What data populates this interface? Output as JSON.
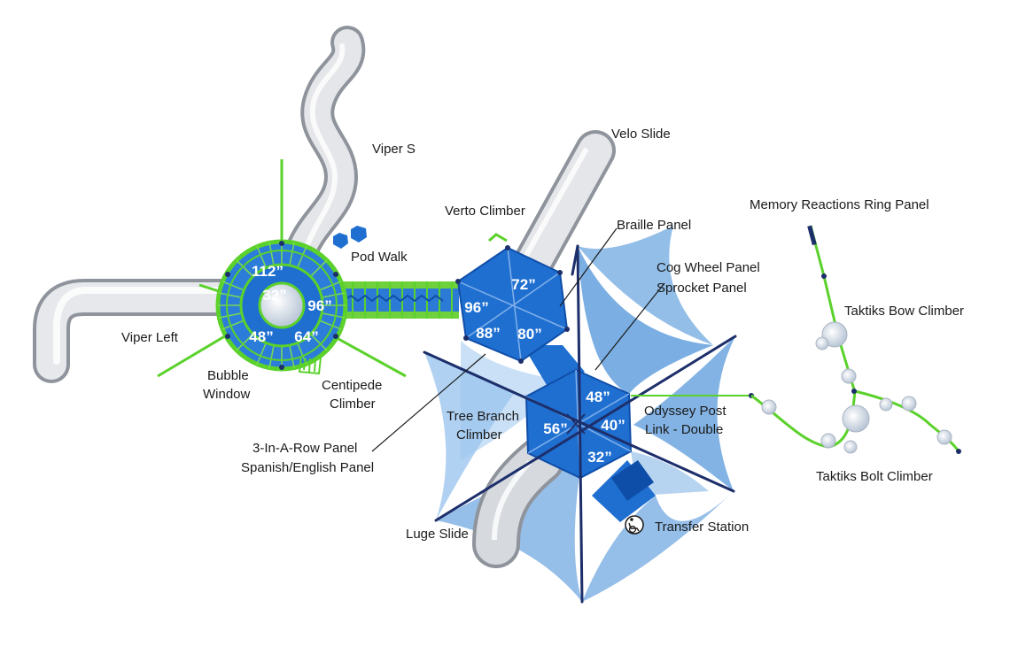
{
  "colors": {
    "platform_blue": "#1f6fd1",
    "platform_dark": "#0f4ea8",
    "canopy_blue": "#4f93d8",
    "canopy_light": "#9cc6ee",
    "green_accent": "#5bd12b",
    "slide_grey": "#c9ccd2",
    "post_navy": "#1d2f6b",
    "label_text": "#1a1a1a"
  },
  "labels": {
    "viper_s": "Viper S",
    "velo_slide": "Velo Slide",
    "memory_reactions": "Memory Reactions Ring Panel",
    "verto_climber": "Verto Climber",
    "braille_panel": "Braille Panel",
    "pod_walk": "Pod Walk",
    "cog_wheel_1": "Cog Wheel Panel",
    "cog_wheel_2": "Sprocket Panel",
    "taktiks_bow": "Taktiks Bow Climber",
    "viper_left": "Viper Left",
    "bubble_window_1": "Bubble",
    "bubble_window_2": "Window",
    "centipede_1": "Centipede",
    "centipede_2": "Climber",
    "odyssey_1": "Odyssey Post",
    "odyssey_2": "Link - Double",
    "tree_branch_1": "Tree Branch",
    "tree_branch_2": "Climber",
    "three_in_row_1": "3-In-A-Row Panel",
    "three_in_row_2": "Spanish/English Panel",
    "taktiks_bolt": "Taktiks Bolt Climber",
    "luge_slide": "Luge Slide",
    "transfer_station": "Transfer Station"
  },
  "heights": {
    "h112": "112”",
    "h32a": "32”",
    "h96a": "96”",
    "h48a": "48”",
    "h64": "64”",
    "h72": "72”",
    "h96b": "96”",
    "h88": "88”",
    "h80": "80”",
    "h48b": "48”",
    "h56": "56”",
    "h40": "40”",
    "h32b": "32”"
  }
}
